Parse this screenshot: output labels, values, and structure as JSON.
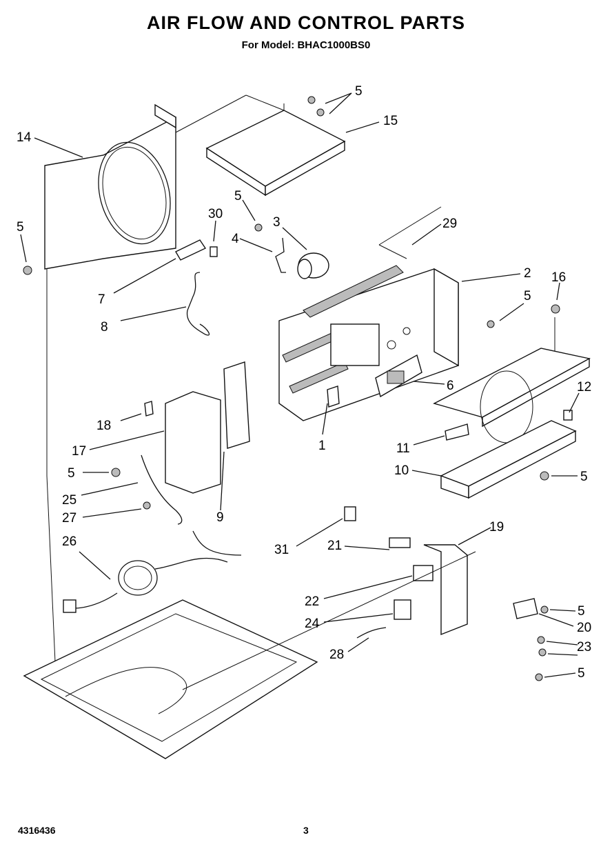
{
  "header": {
    "title": "AIR FLOW AND CONTROL PARTS",
    "subtitle": "For Model: BHAC1000BS0"
  },
  "footer": {
    "doc_number": "4316436",
    "page_number": "3"
  },
  "callouts": [
    {
      "id": "c5a",
      "label": "5"
    },
    {
      "id": "c15",
      "label": "15"
    },
    {
      "id": "c14",
      "label": "14"
    },
    {
      "id": "c5b",
      "label": "5"
    },
    {
      "id": "c30",
      "label": "30"
    },
    {
      "id": "c5c",
      "label": "5"
    },
    {
      "id": "c3",
      "label": "3"
    },
    {
      "id": "c29",
      "label": "29"
    },
    {
      "id": "c4",
      "label": "4"
    },
    {
      "id": "c2",
      "label": "2"
    },
    {
      "id": "c16",
      "label": "16"
    },
    {
      "id": "c7",
      "label": "7"
    },
    {
      "id": "c5d",
      "label": "5"
    },
    {
      "id": "c8",
      "label": "8"
    },
    {
      "id": "c6",
      "label": "6"
    },
    {
      "id": "c12",
      "label": "12"
    },
    {
      "id": "c18",
      "label": "18"
    },
    {
      "id": "c1",
      "label": "1"
    },
    {
      "id": "c11",
      "label": "11"
    },
    {
      "id": "c17",
      "label": "17"
    },
    {
      "id": "c5e",
      "label": "5"
    },
    {
      "id": "c10",
      "label": "10"
    },
    {
      "id": "c5f",
      "label": "5"
    },
    {
      "id": "c25",
      "label": "25"
    },
    {
      "id": "c9",
      "label": "9"
    },
    {
      "id": "c27",
      "label": "27"
    },
    {
      "id": "c19",
      "label": "19"
    },
    {
      "id": "c26",
      "label": "26"
    },
    {
      "id": "c31",
      "label": "31"
    },
    {
      "id": "c21",
      "label": "21"
    },
    {
      "id": "c22",
      "label": "22"
    },
    {
      "id": "c5g",
      "label": "5"
    },
    {
      "id": "c24",
      "label": "24"
    },
    {
      "id": "c20",
      "label": "20"
    },
    {
      "id": "c23",
      "label": "23"
    },
    {
      "id": "c28",
      "label": "28"
    },
    {
      "id": "c5h",
      "label": "5"
    }
  ]
}
